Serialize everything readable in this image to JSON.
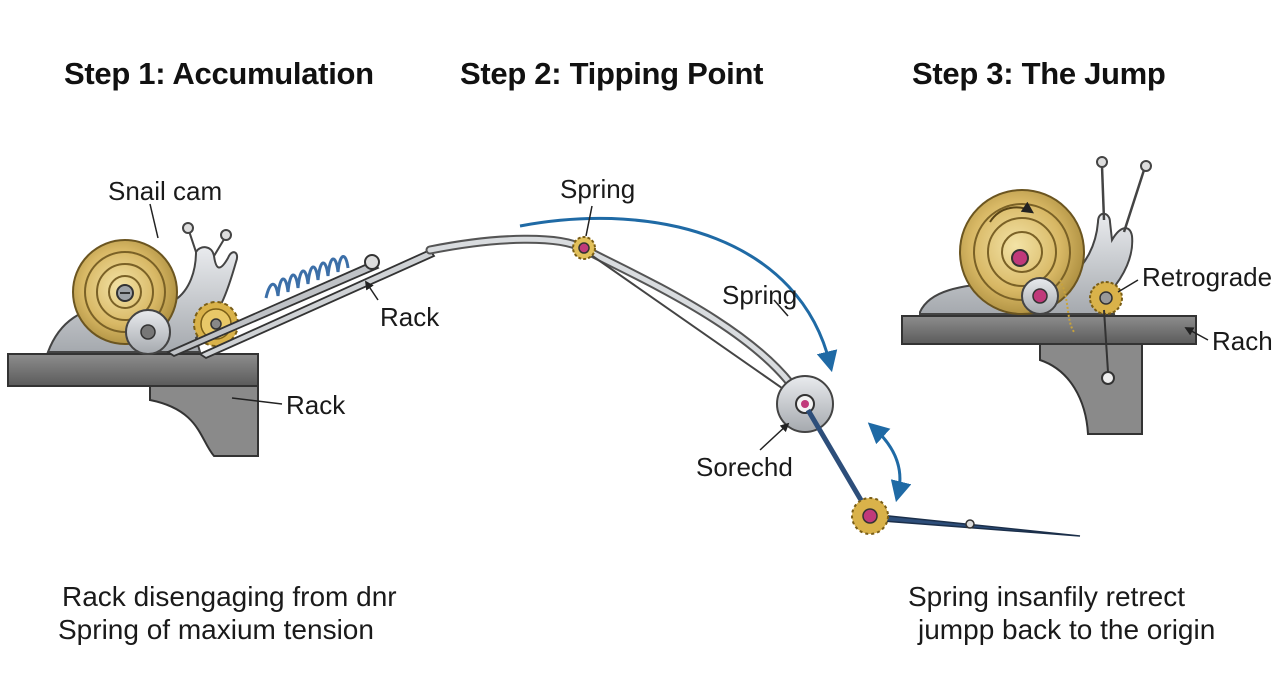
{
  "steps": [
    {
      "title": "Step 1: Accumulation"
    },
    {
      "title": "Step 2: Tipping Point"
    },
    {
      "title": "Step 3:  The Jump"
    }
  ],
  "labels": {
    "snail_cam": "Snail cam",
    "rack_upper": "Rack",
    "rack_lower": "Rack",
    "spring_top": "Spring",
    "spring_mid": "Spring",
    "sorechd": "Sorechd",
    "retrograde": "Retrograde",
    "rach": "Rach"
  },
  "captions": {
    "left": [
      "Rack disengaging from dnr",
      "Spring of maxium tension"
    ],
    "right": [
      "Spring insanfily retrect",
      "jumpp back to the origin"
    ]
  },
  "colors": {
    "accent_arrow": "#1f6aa5",
    "brass": "#d4b45e",
    "steel": "#b9bcc0",
    "ledge": "#7a7a7a",
    "coil": "#3c6fa8",
    "pivot": "#c0397a"
  }
}
